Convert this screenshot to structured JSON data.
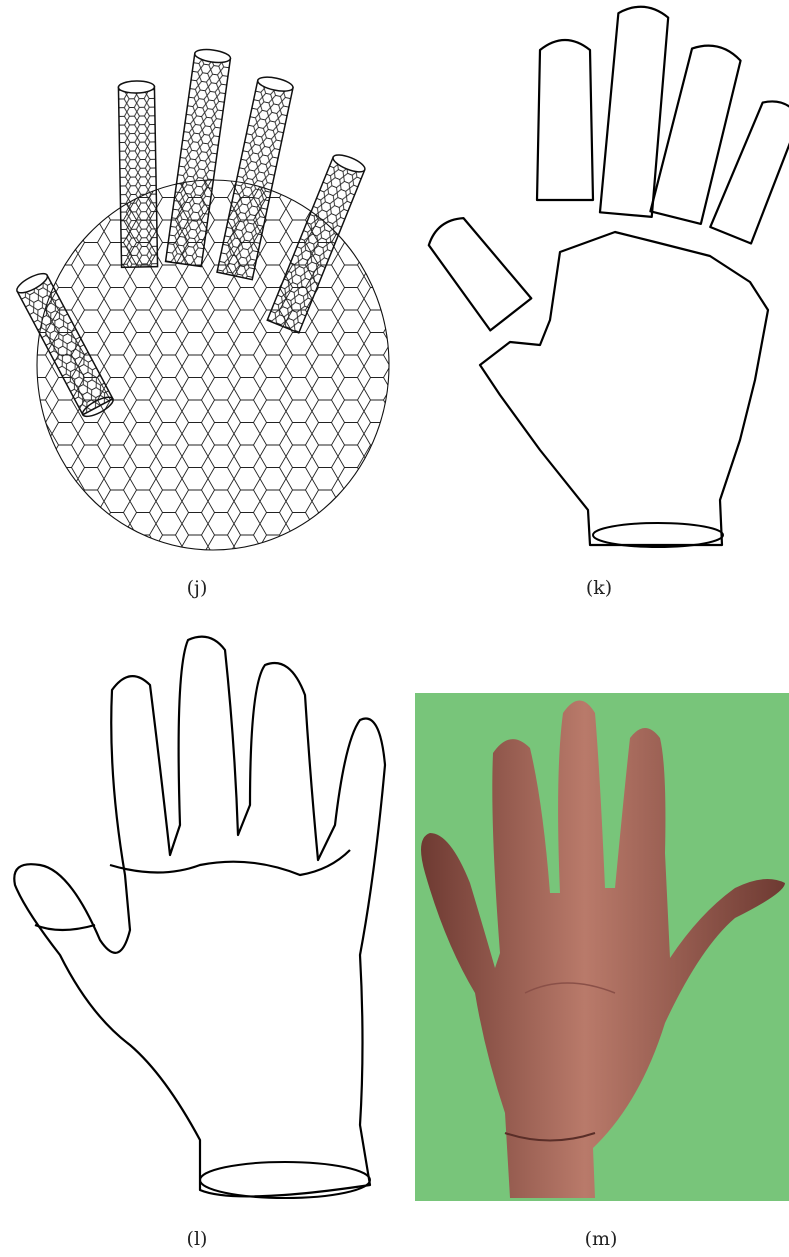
{
  "figure": {
    "panels": [
      {
        "id": "j",
        "caption": "(j)",
        "content": "sphere-and-finger-cylinders-wireframe"
      },
      {
        "id": "k",
        "caption": "(k)",
        "content": "separated-hand-parts-wireframe"
      },
      {
        "id": "l",
        "caption": "(l)",
        "content": "merged-hand-wireframe"
      },
      {
        "id": "m",
        "caption": "(m)",
        "content": "rendered-textured-hand"
      }
    ],
    "colors": {
      "mesh": "#222222",
      "background_m": "#78c57a",
      "skin_dark": "#6e3a32",
      "skin_light": "#b97a6a"
    }
  }
}
